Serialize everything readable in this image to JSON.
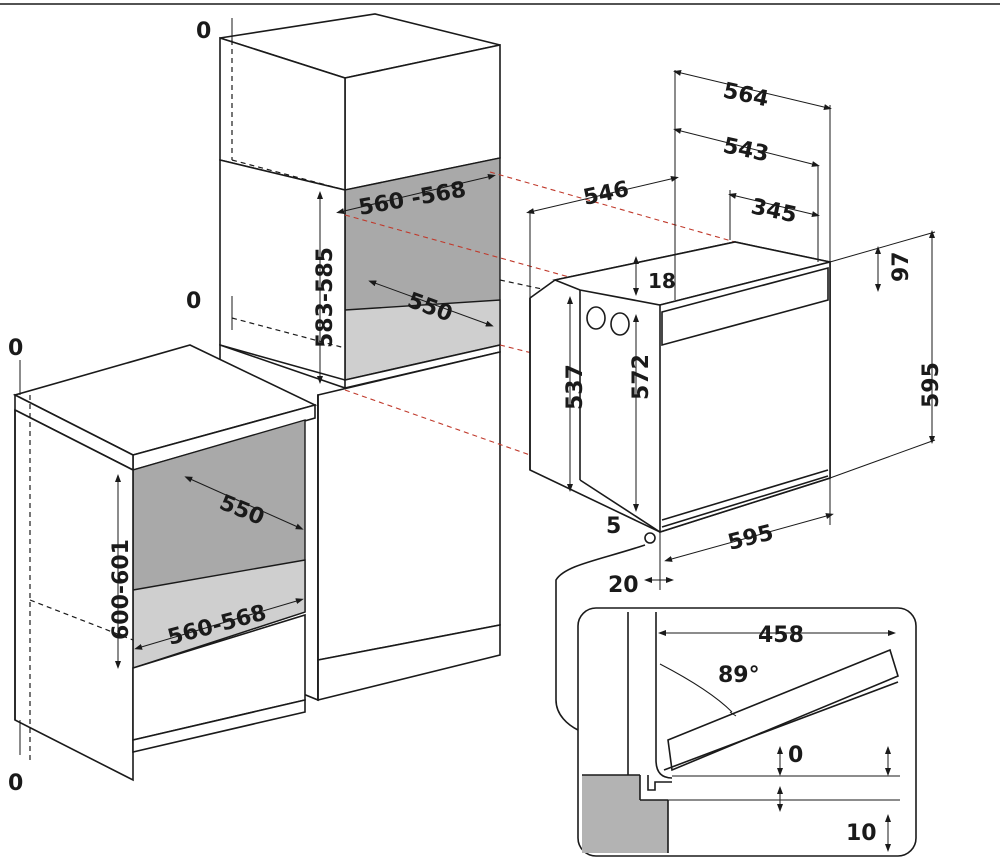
{
  "dimensions": {
    "d564": "564",
    "d543": "543",
    "d546": "546",
    "d345": "345",
    "d18": "18",
    "d97": "97",
    "d537": "537",
    "d572": "572",
    "d595v": "595",
    "d595h": "595",
    "d5": "5",
    "d20": "20",
    "tall_top_0": "0",
    "tall_mid_0": "0",
    "tall_width": "560 -568",
    "tall_depth": "550",
    "tall_height": "583-585",
    "base_top_0": "0",
    "base_bottom_0": "0",
    "base_depth": "550",
    "base_width": "560-568",
    "base_height": "600-601",
    "door_458": "458",
    "door_angle": "89°",
    "door_0": "0",
    "door_10": "10"
  },
  "colors": {
    "line": "#1a1a1a",
    "cavity": "#a9a9a9",
    "projection": "#c0392b"
  }
}
